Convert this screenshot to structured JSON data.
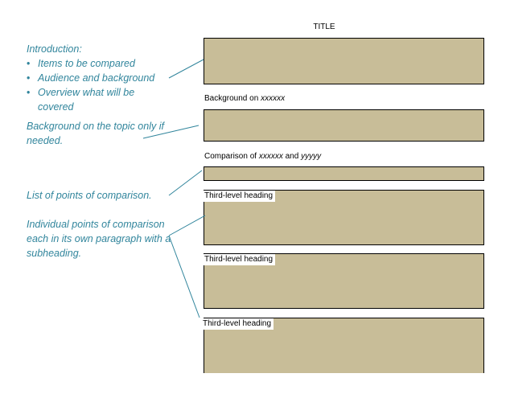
{
  "title": "TITLE",
  "notes": {
    "intro_heading": "Introduction:",
    "intro_bullets": [
      "Items to be compared",
      "Audience and background",
      "Overview what will be covered"
    ],
    "background": "Background on the topic only if needed.",
    "list": "List of points of comparison.",
    "individual": "Individual points of comparison each in its own paragraph with a subheading."
  },
  "labels": {
    "background_prefix": "Background on ",
    "background_var": "xxxxxx",
    "comparison_prefix": "Comparison of ",
    "comparison_var1": "xxxxxx",
    "comparison_mid": " and ",
    "comparison_var2": "yyyyy",
    "third_level": "Third-level heading"
  },
  "colors": {
    "annotation": "#31859c",
    "box_fill": "#c8bd98",
    "connector": "#31859c"
  }
}
